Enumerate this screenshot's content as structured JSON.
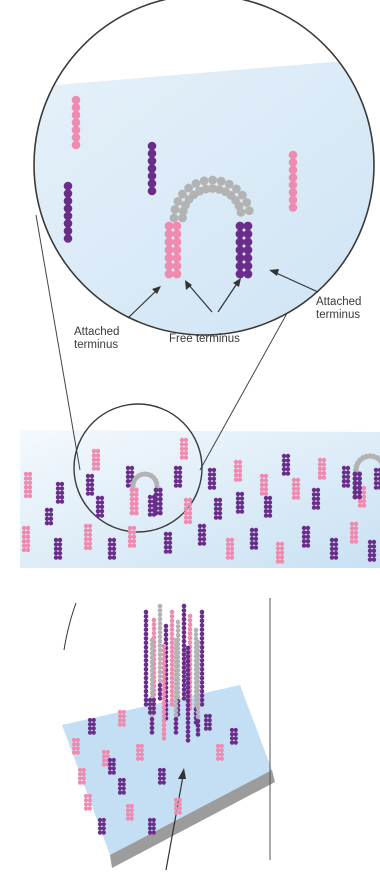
{
  "labels": {
    "attached_left_1": "Attached",
    "attached_left_2": "terminus",
    "free_terminus": "Free terminus",
    "attached_right_1": "Attached",
    "attached_right_2": "terminus"
  },
  "colors": {
    "surface_light": "#eaf3fb",
    "surface_blue": "#bcd9f0",
    "surface_edge": "#9a9a9a",
    "strand_pink": "#ef8ab0",
    "strand_purple": "#6a2d8a",
    "strand_grey": "#b3b3b3",
    "outline": "#333333"
  },
  "icons": [
    "magnifier-circle-icon",
    "arrow-icon"
  ]
}
